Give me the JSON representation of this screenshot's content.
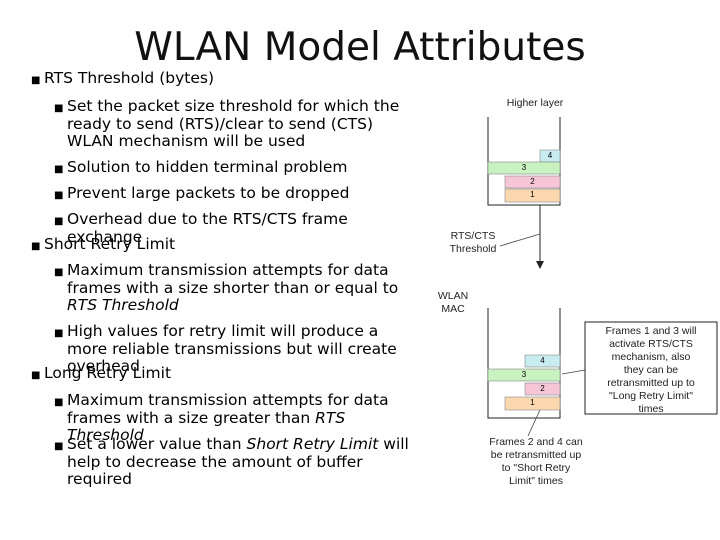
{
  "title": "WLAN Model Attributes",
  "bullets": {
    "rts": {
      "heading": "RTS Threshold (bytes)",
      "items": [
        "Set the packet size threshold for which the ready to send (RTS)/clear to send (CTS) WLAN mechanism will be used",
        "Solution to hidden terminal problem",
        "Prevent large packets to be dropped",
        "Overhead due to the RTS/CTS frame exchange"
      ]
    },
    "short": {
      "heading": "Short Retry Limit",
      "item1_pre": "Maximum transmission attempts for data frames with a size shorter than or equal to ",
      "item1_em": "RTS Threshold",
      "item2": "High values for retry limit will produce a more reliable transmissions but will create overhead"
    },
    "long": {
      "heading": "Long Retry Limit",
      "item1_pre": "Maximum transmission attempts for data frames with a size greater than ",
      "item1_em": "RTS Threshold",
      "item2_pre": "Set a lower value than ",
      "item2_em": "Short Retry Limit",
      "item2_post": " will help to decrease the amount of buffer required"
    }
  },
  "diagram": {
    "higher_layer": "Higher layer",
    "rts_cts_threshold_1": "RTS/CTS",
    "rts_cts_threshold_2": "Threshold",
    "wlan_mac_1": "WLAN",
    "wlan_mac_2": "MAC",
    "note_right": [
      "Frames 1 and 3 will",
      "activate RTS/CTS",
      "mechanism, also",
      "they can be",
      "retransmitted up to",
      "\"Long Retry Limit\"",
      "times"
    ],
    "note_bottom": [
      "Frames 2 and 4 can",
      "be retransmitted up",
      "to \"Short Retry",
      "Limit\" times"
    ],
    "frames_top": [
      "4",
      "3",
      "2",
      "1"
    ],
    "frames_bottom": [
      "4",
      "3",
      "2",
      "1"
    ],
    "colors": {
      "frame4": "#c8ecf0",
      "frame3": "#c9f2c0",
      "frame2": "#f6c6d6",
      "frame1": "#fbd8b0"
    }
  }
}
